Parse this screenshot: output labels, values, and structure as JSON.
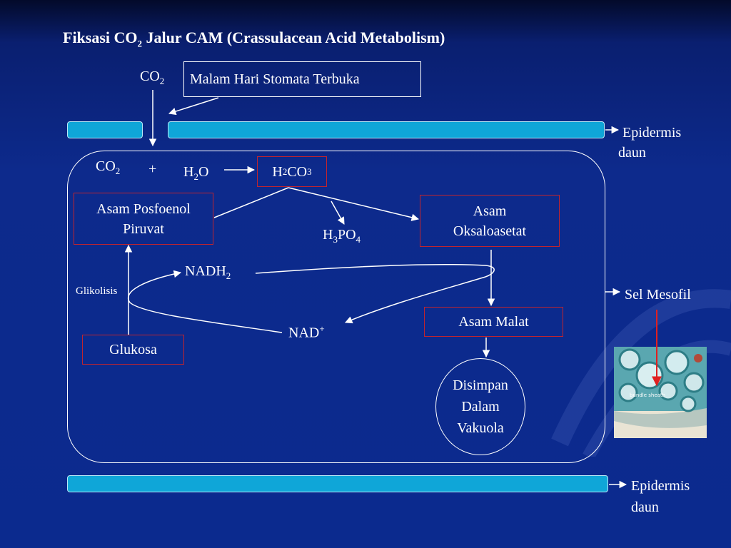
{
  "title": {
    "pre": "Fiksasi CO",
    "sub": "2",
    "post": " Jalur CAM (Crassulacean Acid Metabolism)"
  },
  "co2_top": {
    "pre": "CO",
    "sub": "2"
  },
  "stomata_note": "Malam Hari Stomata Terbuka",
  "epidermis_top": [
    "Epidermis",
    "daun"
  ],
  "epidermis_bottom": [
    "Epidermis",
    "daun"
  ],
  "sel_mesofil": "Sel Mesofil",
  "co2_cell": {
    "pre": "CO",
    "sub": "2"
  },
  "plus": "+",
  "h2o": {
    "pre": "H",
    "sub": "2",
    "post": "O"
  },
  "h2co3": {
    "pre": "H",
    "sub1": "2",
    "mid": "CO",
    "sub2": "3"
  },
  "h3po4": {
    "pre": "H",
    "sub1": "3",
    "mid": "PO",
    "sub2": "4"
  },
  "pep": [
    "Asam Posfoenol",
    "Piruvat"
  ],
  "oaa": [
    "Asam",
    "Oksaloasetat"
  ],
  "nadh2": {
    "pre": "NADH",
    "sub": "2"
  },
  "nad": {
    "pre": "NAD",
    "sup": "+"
  },
  "glikolisis": "Glikolisis",
  "glukosa": "Glukosa",
  "asam_malat": "Asam Malat",
  "disimpan": [
    "Disimpan",
    "Dalam",
    "Vakuola"
  ],
  "micrograph_label": "bundle sheath",
  "colors": {
    "box_border": "#c0242e",
    "bar_fill": "#0fa6d8",
    "arrow_red": "#e02020"
  }
}
